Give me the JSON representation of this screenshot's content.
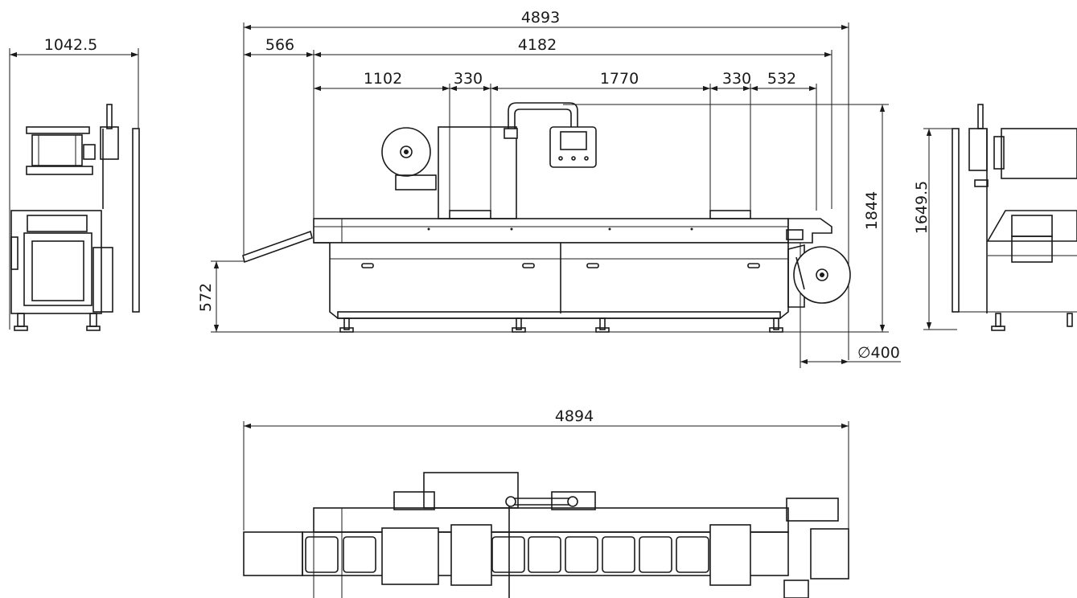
{
  "dimensions": {
    "side_width": "1042.5",
    "overall_length_top": "4893",
    "infeed_length": "566",
    "machine_length": "4182",
    "station_a": "1102",
    "gap_a": "330",
    "station_b": "1770",
    "gap_b": "330",
    "outfeed_station": "532",
    "overall_height": "1844",
    "infeed_height": "572",
    "roll_diameter": "∅400",
    "right_height": "1649.5",
    "overall_length_bottom": "4894"
  }
}
